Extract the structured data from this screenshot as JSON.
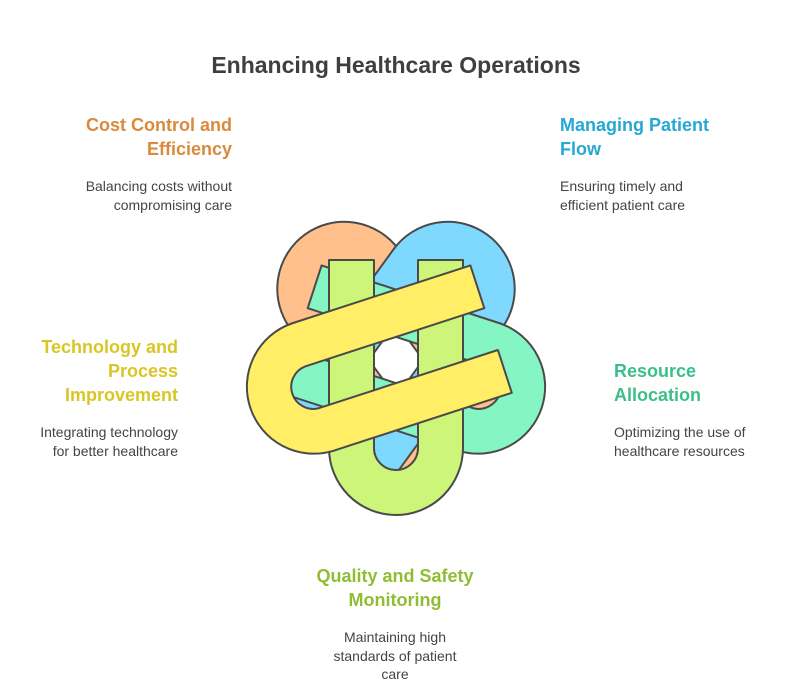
{
  "title": "Enhancing Healthcare Operations",
  "items": [
    {
      "heading": "Cost Control and Efficiency",
      "heading_lines": [
        "Cost Control and",
        "Efficiency"
      ],
      "description_lines": [
        "Balancing costs without",
        "compromising care"
      ],
      "color": "#d98a3c",
      "fill": "#ffc08c"
    },
    {
      "heading": "Managing Patient Flow",
      "heading_lines": [
        "Managing Patient",
        "Flow"
      ],
      "description_lines": [
        "Ensuring timely and",
        "efficient patient care"
      ],
      "color": "#25a8d4",
      "fill": "#7fd9ff"
    },
    {
      "heading": "Resource Allocation",
      "heading_lines": [
        "Resource",
        "Allocation"
      ],
      "description_lines": [
        "Optimizing the use of",
        "healthcare resources"
      ],
      "color": "#3bbf8a",
      "fill": "#85f5c3"
    },
    {
      "heading": "Quality and Safety Monitoring",
      "heading_lines": [
        "Quality and Safety",
        "Monitoring"
      ],
      "description_lines": [
        "Maintaining high",
        "standards of patient",
        "care"
      ],
      "color": "#8fbd34",
      "fill": "#ccf57a"
    },
    {
      "heading": "Technology and Process Improvement",
      "heading_lines": [
        "Technology and",
        "Process",
        "Improvement"
      ],
      "description_lines": [
        "Integrating technology",
        "for better healthcare"
      ],
      "color": "#d9c626",
      "fill": "#ffee66"
    }
  ]
}
